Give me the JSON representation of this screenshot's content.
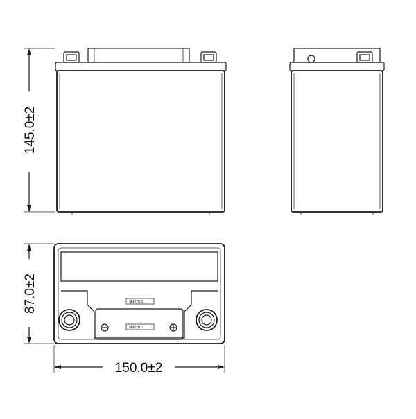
{
  "dimensions": {
    "height": "145.0±2",
    "depth": "87.0±2",
    "width": "150.0±2"
  },
  "top_view": {
    "label_upper": "油封开口",
    "label_lower": "油封开口",
    "terminal_negative": "−",
    "terminal_positive": "+"
  }
}
